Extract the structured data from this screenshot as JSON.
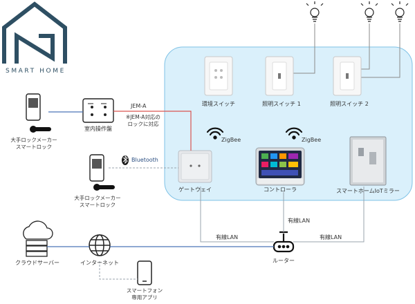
{
  "brand": {
    "name": "SMART HOME",
    "logo_icon": "house-logo-icon"
  },
  "devices": {
    "env_switch": "環境スイッチ",
    "light_switch_1": "照明スイッチ 1",
    "light_switch_2": "照明スイッチ 2",
    "gateway": "ゲートウェイ",
    "controller": "コントローラ",
    "mirror": "スマートホームIoTミラー",
    "indoor_panel": "室内操作盤",
    "router": "ルーター",
    "internet": "インターネット",
    "cloud_server": "クラウドサーバー",
    "smartphone_line1": "スマートフォン",
    "smartphone_line2": "専用アプリ",
    "lock1_line1": "大手ロックメーカー",
    "lock1_line2": "スマートロック",
    "lock2_line1": "大手ロックメーカー",
    "lock2_line2": "スマートロック"
  },
  "connections": {
    "jem_a": "JEM-A",
    "jem_note_line1": "※JEM-A対応の",
    "jem_note_line2": "ロックに対応",
    "bluetooth": "Bluetooth",
    "zigbee_1": "ZigBee",
    "zigbee_2": "ZigBee",
    "lan_controller": "有線LAN",
    "lan_gateway": "有線LAN",
    "lan_mirror": "有線LAN"
  },
  "colors": {
    "zone_fill": "#daf0fb",
    "zone_border": "#7fc2e6",
    "logo": "#2e4f63",
    "link_blue": "#4a74b8",
    "link_red": "#d9534f",
    "link_gray": "#9aa3ad"
  }
}
